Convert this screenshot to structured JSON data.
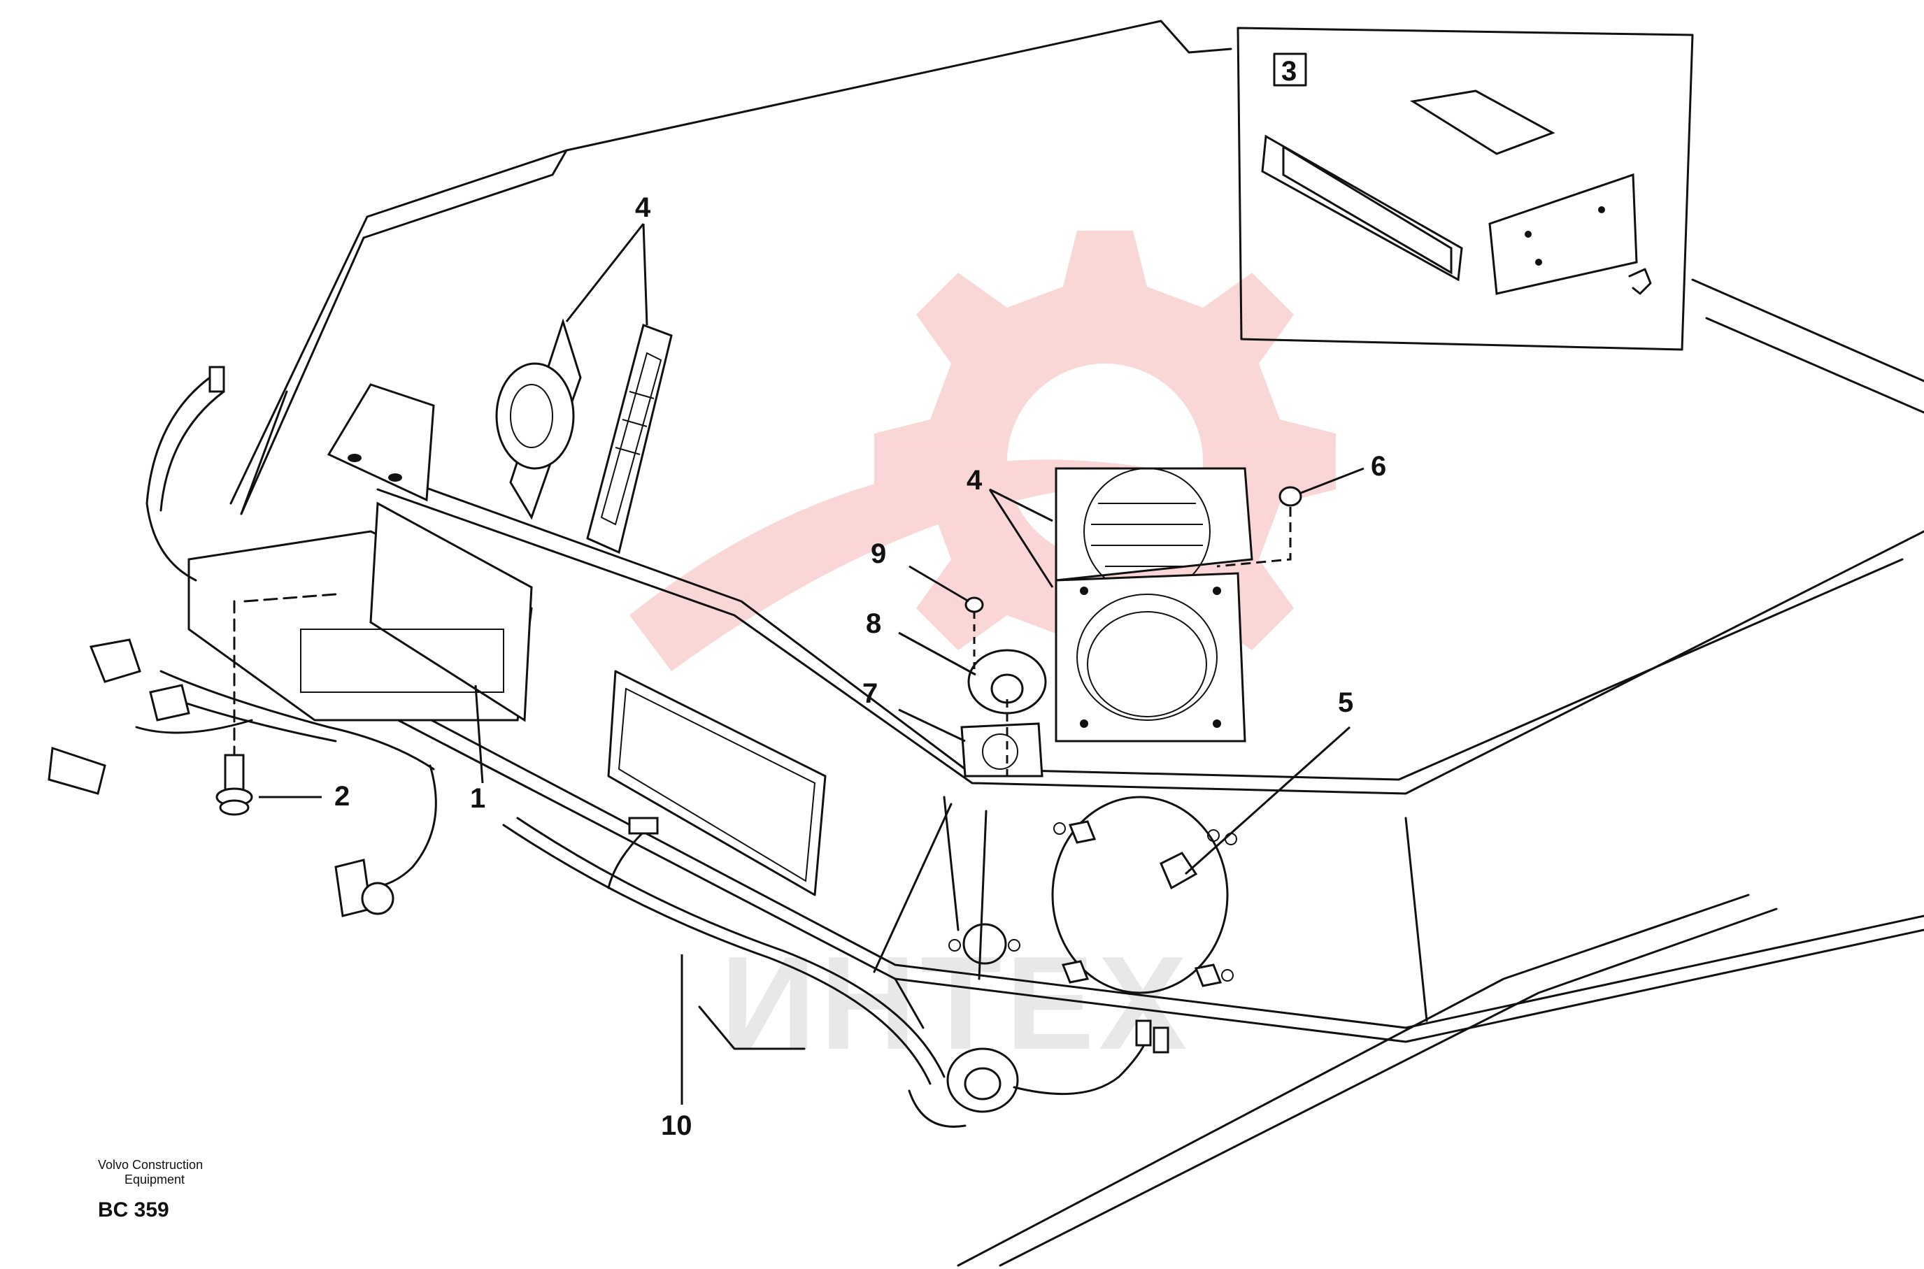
{
  "callouts": {
    "c1": "1",
    "c2": "2",
    "c3": "3",
    "c4a": "4",
    "c4b": "4",
    "c5": "5",
    "c6": "6",
    "c7": "7",
    "c8": "8",
    "c9": "9",
    "c10": "10"
  },
  "footer": {
    "company_line1": "Volvo Construction",
    "company_line2": "Equipment",
    "drawing_code": "BC 359"
  },
  "watermark": {
    "text": "ИНТЕХ",
    "color": "#f4a3a3"
  },
  "colors": {
    "line": "#111111",
    "background": "#ffffff"
  }
}
